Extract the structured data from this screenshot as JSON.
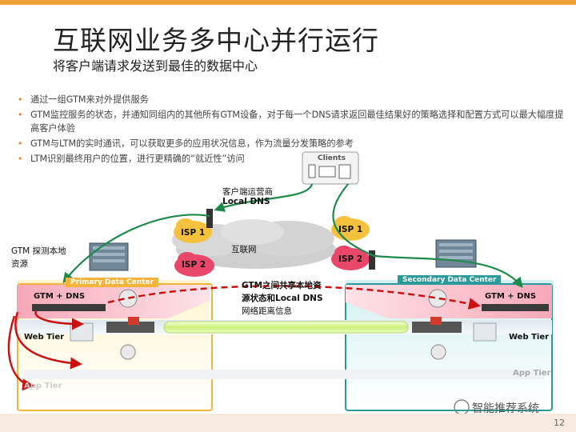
{
  "title": "互联网业务多中心并行运行",
  "subtitle": "将客户端请求发送到最佳的数据中心",
  "bullets": [
    "通过一组GTM来对外提供服务",
    "GTM监控服务的状态，并通知同组内的其他所有GTM设备，对于每一个DNS请求返回最佳结果好的策略选择和配置方式可以最大幅度提高客户体验",
    "GTM与LTM的实时通讯，可以获取更多的应用状况信息，作为流量分发策略的参考",
    "LTM识别最终用户的位置，进行更精确的“就近性”访问"
  ],
  "diagram": {
    "clients_label": "Clients",
    "local_dns_line1": "客户端运营商",
    "local_dns_line2": "Local DNS",
    "isp1_left": "ISP 1",
    "isp2_left": "ISP 2",
    "isp1_right": "ISP 1",
    "isp2_right": "ISP 2",
    "internet_label": "互联网",
    "gtm_probe_line1": "GTM 探测本地",
    "gtm_probe_line2": "资源",
    "primary_dc": "Primary Data Center",
    "secondary_dc": "Secondary Data Center",
    "gtm_dns_left": "GTM + DNS",
    "gtm_dns_right": "GTM + DNS",
    "share_line1": "GTM之间共享本地资",
    "share_line2": "源状态和Local DNS",
    "share_line3": "网络距离信息",
    "web_tier_left": "Web Tier",
    "web_tier_right": "Web Tier",
    "app_tier_right": "App Tier",
    "app_tier_left": "App Tier"
  },
  "footer": {
    "brand": "智能推荐系统",
    "page_number": "12"
  },
  "colors": {
    "accent_orange": "#f0a23a",
    "primary_dc": "#f2b53a",
    "secondary_dc": "#2a9a9a",
    "green_arrow": "#1e8a4a",
    "red_arrow": "#cc1111"
  }
}
